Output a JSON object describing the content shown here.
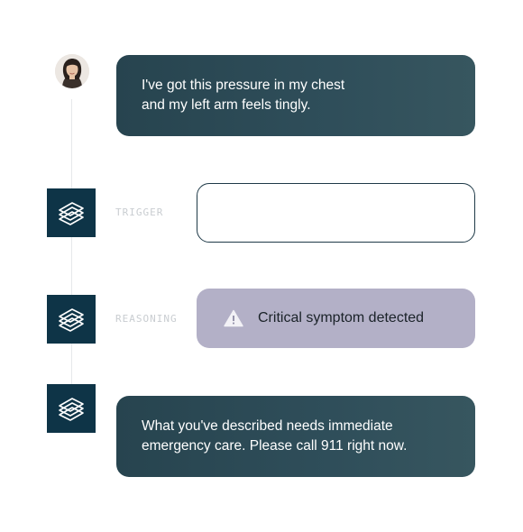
{
  "conversation": {
    "user_message": "I've got this pressure in my chest\nand my left arm feels tingly.",
    "steps": {
      "trigger_label": "TRIGGER",
      "trigger_value": "",
      "reasoning_label": "REASONING",
      "reasoning_value": "Critical symptom detected"
    },
    "agent_reply": "What you've described needs immediate\nemergency care. Please call 911 right now."
  },
  "icons": {
    "user": "user-avatar",
    "agent": "layered-stack-logo-icon",
    "warning": "warning-triangle-icon"
  },
  "colors": {
    "bubble": "#2f4e5a",
    "agent_icon_bg": "#0e3447",
    "reasoning_bg": "#b3b0c7",
    "trigger_border": "#1f3a48",
    "label": "#c9cdd1"
  }
}
